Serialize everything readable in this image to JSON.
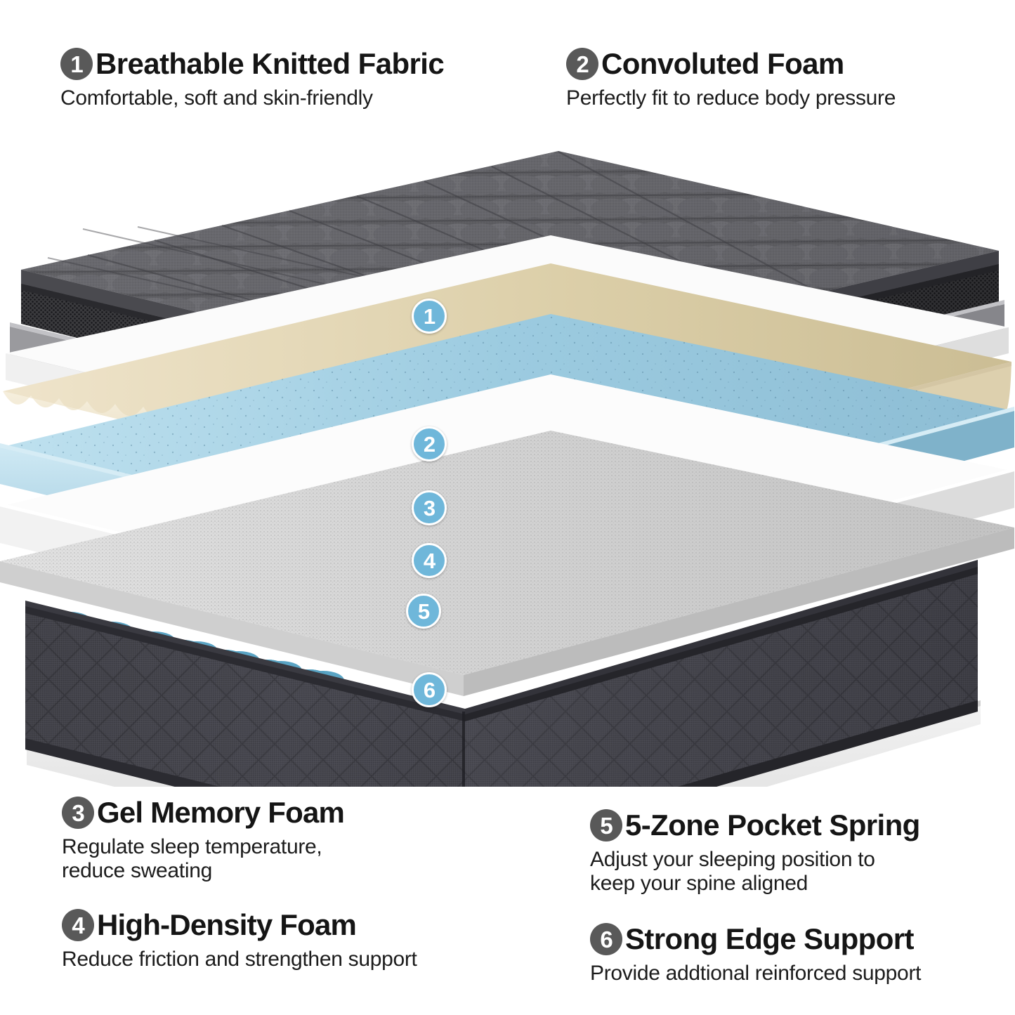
{
  "product": {
    "type": "mattress-layer-cutaway-infographic",
    "layer_count": 6
  },
  "features": [
    {
      "number": "1",
      "title": "Breathable Knitted Fabric",
      "description": "Comfortable, soft and skin-friendly"
    },
    {
      "number": "2",
      "title": "Convoluted Foam",
      "description": "Perfectly fit to reduce body pressure"
    },
    {
      "number": "3",
      "title": "Gel Memory Foam",
      "description": "Regulate sleep temperature,\nreduce sweating"
    },
    {
      "number": "4",
      "title": "High-Density Foam",
      "description": "Reduce friction and strengthen support"
    },
    {
      "number": "5",
      "title": "5-Zone Pocket Spring",
      "description": "Adjust your sleeping position to\nkeep your spine aligned"
    },
    {
      "number": "6",
      "title": "Strong Edge Support",
      "description": "Provide addtional reinforced support"
    }
  ],
  "pins": [
    {
      "number": "1",
      "layer": "knitted-fabric-cover"
    },
    {
      "number": "2",
      "layer": "convoluted-foam"
    },
    {
      "number": "3",
      "layer": "gel-memory-foam"
    },
    {
      "number": "4",
      "layer": "high-density-foam"
    },
    {
      "number": "5",
      "layer": "pocket-spring"
    },
    {
      "number": "6",
      "layer": "edge-support"
    }
  ],
  "colors": {
    "pin_blue": "#6fb7da",
    "number_badge_gray": "#595959",
    "quilt_top_gray": "#5d5d61",
    "mesh_border_dark": "#39393c",
    "gray_foam": "#9d9da1",
    "white_foam": "#f4f4f4",
    "convoluted_beige": "#e9dcbe",
    "gel_foam_blue": "#a9d6e9",
    "felt_pad_gray": "#d5d5d5",
    "spring_teal": "#3f8fb2",
    "side_panel_charcoal": "#43434a",
    "base_platform": "#e6e6e6",
    "background": "#ffffff",
    "text": "#151515"
  }
}
